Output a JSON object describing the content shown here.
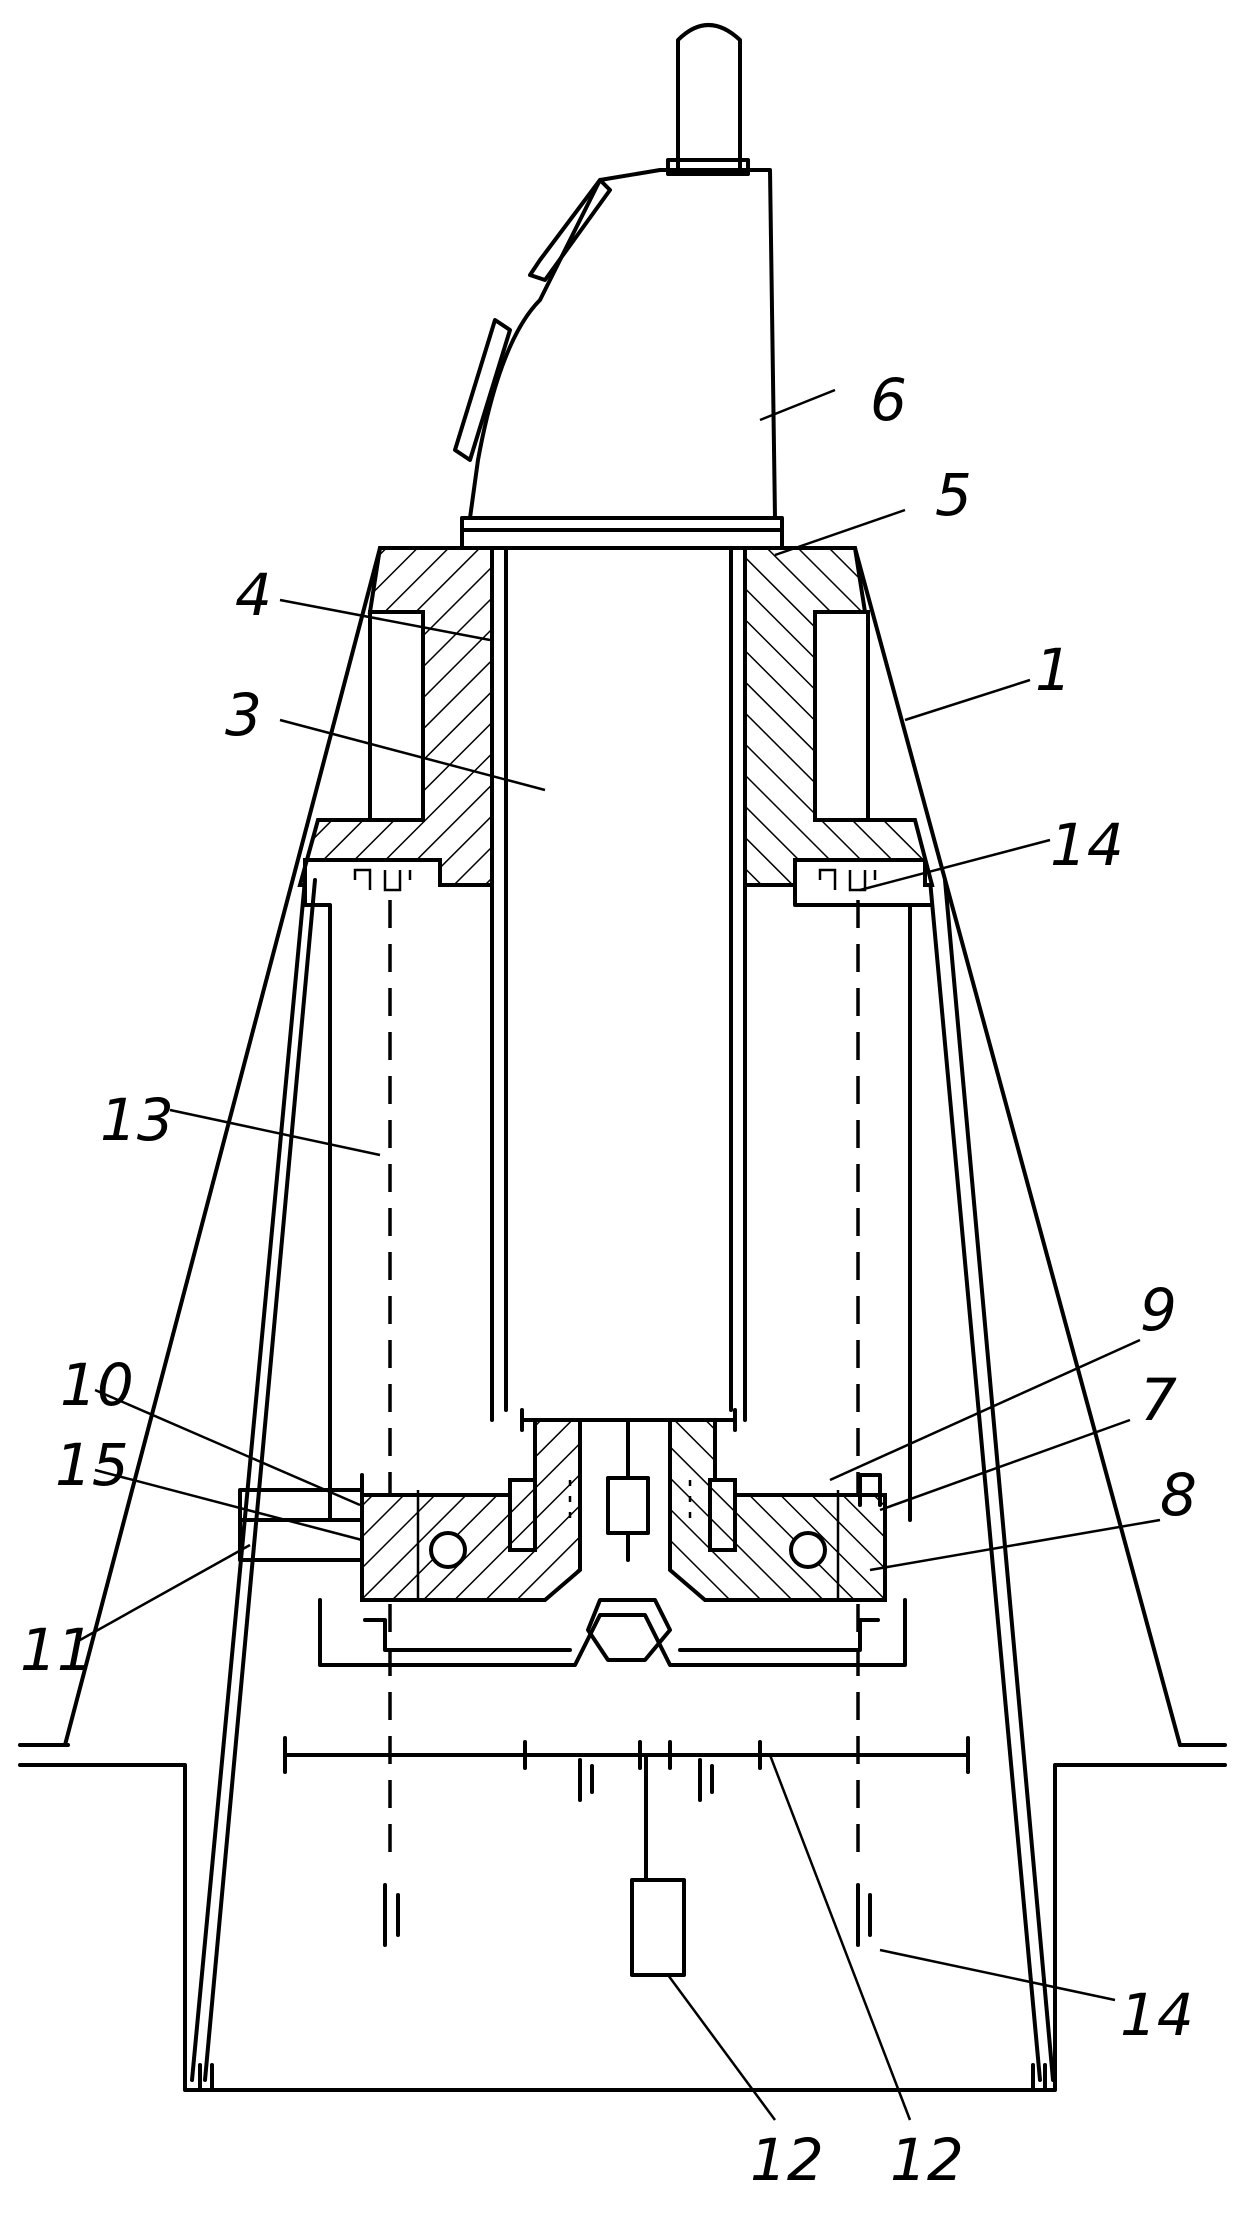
{
  "figure": {
    "labels": {
      "n1": "1",
      "n3": "3",
      "n4": "4",
      "n5": "5",
      "n6": "6",
      "n7": "7",
      "n8": "8",
      "n9": "9",
      "n10": "10",
      "n11": "11",
      "n12a": "12",
      "n12b": "12",
      "n13": "13",
      "n14a": "14",
      "n14b": "14",
      "n15": "15"
    }
  },
  "colors": {
    "ink": "#000000",
    "paper": "#ffffff"
  }
}
